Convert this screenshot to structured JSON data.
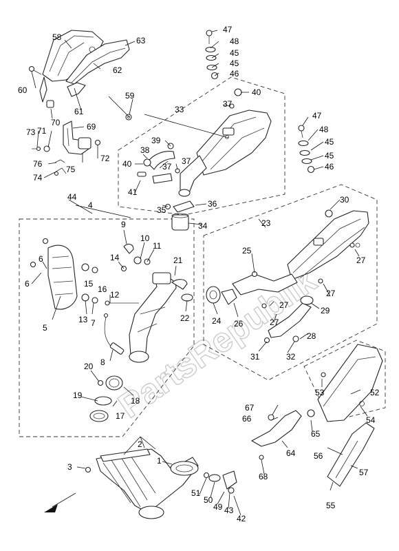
{
  "watermark": "PartsRepublik",
  "callouts": {
    "c1": "1",
    "c2": "2",
    "c3": "3",
    "c4": "4",
    "c5": "5",
    "c6a": "6",
    "c6b": "6",
    "c7": "7",
    "c8": "8",
    "c9": "9",
    "c10": "10",
    "c11": "11",
    "c12": "12",
    "c13": "13",
    "c14": "14",
    "c15": "15",
    "c16": "16",
    "c17": "17",
    "c18": "18",
    "c19": "19",
    "c20": "20",
    "c21": "21",
    "c22": "22",
    "c23": "23",
    "c24": "24",
    "c25": "25",
    "c26": "26",
    "c27a": "27",
    "c27b": "27",
    "c27c": "27",
    "c28": "28",
    "c29": "29",
    "c30": "30",
    "c31": "31",
    "c32": "32",
    "c33": "33",
    "c34": "34",
    "c35": "35",
    "c36": "36",
    "c37a": "37",
    "c37b": "37",
    "c37c": "37",
    "c38": "38",
    "c39": "39",
    "c40a": "40",
    "c40b": "40",
    "c41": "41",
    "c42": "42",
    "c43": "43",
    "c44": "44",
    "c45a": "45",
    "c45b": "45",
    "c45c": "45",
    "c45d": "45",
    "c46a": "46",
    "c46b": "46",
    "c47a": "47",
    "c47b": "47",
    "c48a": "48",
    "c48b": "48",
    "c49": "49",
    "c50": "50",
    "c51": "51",
    "c52": "52",
    "c53": "53",
    "c54": "54",
    "c55": "55",
    "c56": "56",
    "c57": "57",
    "c58": "58",
    "c59": "59",
    "c60": "60",
    "c61": "61",
    "c62": "62",
    "c63": "63",
    "c64": "64",
    "c65": "65",
    "c66": "66",
    "c67": "67",
    "c68": "68",
    "c69": "69",
    "c70": "70",
    "c71": "71",
    "c72": "72",
    "c73": "73",
    "c74": "74",
    "c75": "75",
    "c76": "76"
  }
}
